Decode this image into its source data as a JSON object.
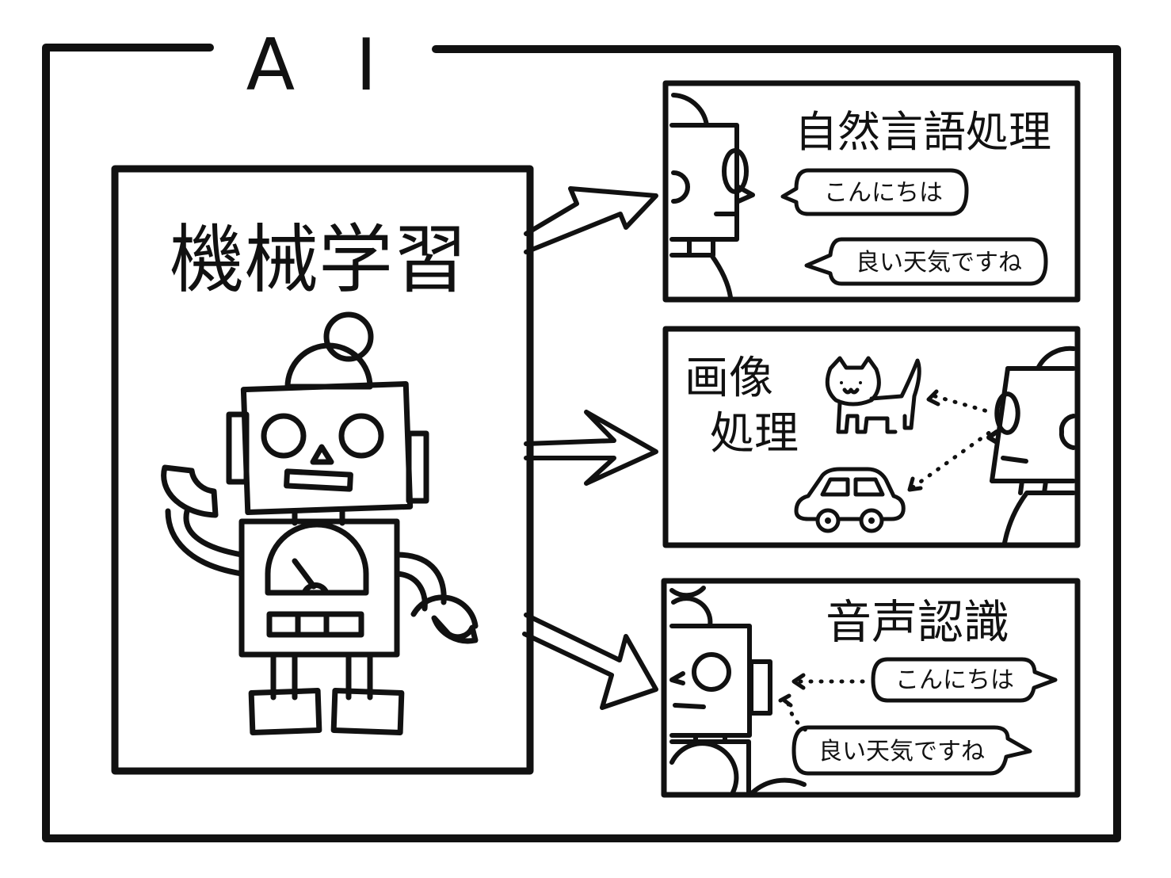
{
  "title": "A I",
  "machine_learning": {
    "label": "機械学習"
  },
  "panels": [
    {
      "id": "nlp",
      "label": "自然言語処理",
      "bubbles": [
        "こんにちは",
        "良い天気ですね"
      ]
    },
    {
      "id": "image",
      "label_lines": [
        "画像",
        "処理"
      ]
    },
    {
      "id": "speech",
      "label": "音声認識",
      "bubbles": [
        "こんにちは",
        "良い天気ですね"
      ]
    }
  ],
  "colors": {
    "ink": "#111111",
    "paper": "#ffffff"
  }
}
